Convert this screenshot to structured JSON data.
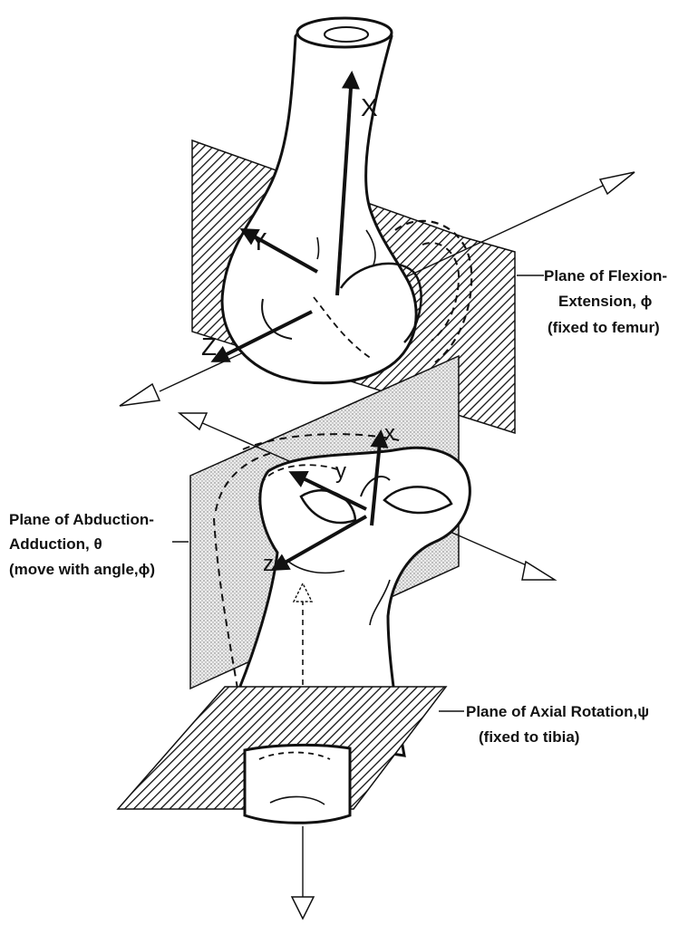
{
  "figure": {
    "femur_axes": {
      "x": "X",
      "y": "Y",
      "z": "Z"
    },
    "tibia_axes": {
      "x": "x",
      "y": "y",
      "z": "z"
    },
    "flexion_plane": {
      "line1": "Plane of Flexion-",
      "line2": "Extension, ϕ",
      "line3": "(fixed to femur)"
    },
    "abduction_plane": {
      "line1": "Plane of Abduction-",
      "line2": "Adduction, θ",
      "line3": "(move with angle,ϕ)"
    },
    "axial_plane": {
      "line1": "Plane of Axial Rotation,ψ",
      "line2": "(fixed to tibia)"
    }
  }
}
